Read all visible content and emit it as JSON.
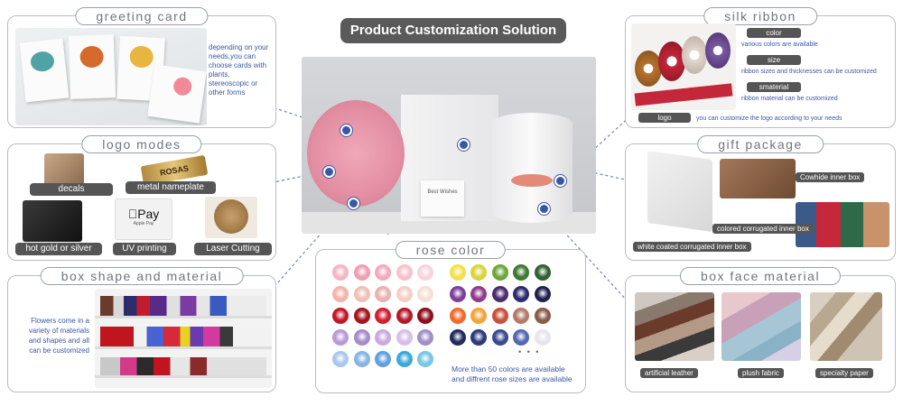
{
  "main_title": "Product Customization Solution",
  "greeting_card": {
    "title": "greeting card",
    "description": "depending on your needs,you can choose cards with plants, stereoscopic or other forms"
  },
  "logo_modes": {
    "title": "logo modes",
    "decals": "decals",
    "metal_nameplate": "metal nameplate",
    "hot_gold": "hot gold or silver",
    "uv_printing": "UV printing",
    "laser_cutting": "Laser Cutting",
    "nameplate_text": "ROSAS",
    "pay_text": "Pay",
    "pay_sub": "Apple Pay"
  },
  "box_shape": {
    "title": "box shape and material",
    "description": "Flowers come in a variety of materials and shapes and all can be customized"
  },
  "rose_color": {
    "title": "rose color",
    "note_line1": "More than 50 colors are available",
    "note_line2": "and diffrent rose sizes are available",
    "ellipsis": "• • •",
    "rows": [
      [
        "#f2b6c4",
        "#ef9fb4",
        "#f4a9c0",
        "#f7c1cf",
        "#f9d3de",
        "#f4e04a",
        "#d7d43c",
        "#6aa83c",
        "#3f7a32",
        "#2f6130"
      ],
      [
        "#f3b4a9",
        "#eec0b7",
        "#e7b3b0",
        "#f3cfc7",
        "#f5e0d6",
        "#7c3f9a",
        "#8f3c88",
        "#4a2b6e",
        "#2e2a6e",
        "#1f2150"
      ],
      [
        "#c31628",
        "#a8121f",
        "#d11f2e",
        "#b51828",
        "#8e0f1b",
        "#f06b2a",
        "#f2a43a",
        "#c94e3c",
        "#b47a6a",
        "#8a5a4a"
      ],
      [
        "#b99ad6",
        "#a58bc9",
        "#c7a9de",
        "#d7bfe8",
        "#9f8fc8",
        "#1f2a5e",
        "#2b3a78",
        "#3a4a90",
        "#5468b0",
        "#e8e4ee"
      ],
      [
        "#a9c8ec",
        "#86b4e6",
        "#5fa0de",
        "#3da8d8",
        "#79c6e6"
      ]
    ]
  },
  "silk_ribbon": {
    "title": "silk ribbon",
    "color_label": "color",
    "color_desc": "various colors are available",
    "size_label": "size",
    "size_desc": "ribbon sizes and thicknesses can be customized",
    "material_label": "smaterial",
    "material_desc": "ribbon material can be customized",
    "logo_label": "logo",
    "logo_desc": "you can customize the logo according to your needs"
  },
  "gift_package": {
    "title": "gift package",
    "cowhide": "Cowhide inner box",
    "colored": "colored corrugated inner box",
    "white": "white coated corrugated inner box"
  },
  "box_face": {
    "title": "box face material",
    "leather": "artificial leather",
    "plush": "plush fabric",
    "specialty": "specialty paper"
  },
  "center": {
    "card_title": "Best Wishes"
  }
}
